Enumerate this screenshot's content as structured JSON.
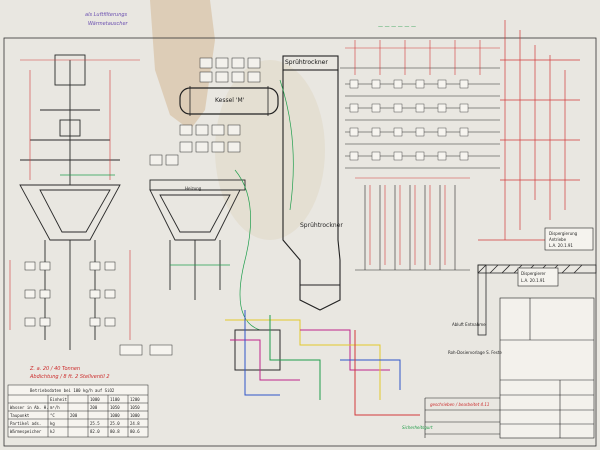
{
  "drawing": {
    "paper_color": "#e9e7e1",
    "ink_color": "#2a2a2a",
    "red_markup_color": "#d23a3a",
    "green_markup_color": "#1f9e4c",
    "magenta_markup_color": "#c0258a",
    "yellow_markup_color": "#e2c82a",
    "blue_markup_color": "#2f55c9",
    "stain_color": "#c99f6a"
  },
  "labels": {
    "spray_dryer": "Sprühtrockner",
    "spray_dryer_lower": "Sprühtrockner",
    "vessel_top": "Kessel 'M'",
    "heating_label": "Heizung",
    "handnote_topleft_1": "als Luftfilterungs",
    "handnote_topleft_2": "Wärmetauscher",
    "handnote_left_1": "Z. a. 20 / 40 Tonnen",
    "handnote_left_2": "Abdichtung / 8 ft. 2 Stellventil 2",
    "right_box_1_line1": "Dispergierung",
    "right_box_1_line2": "Antriebe",
    "right_box_1_line3": "L.A. 20.1.91",
    "right_box_2_line1": "Dispergierer",
    "right_box_2_line2": "L.A. 20.1.91",
    "green_top": "— — — — — —",
    "bottom_note_1": "Roh-Dosiervorlage S. Feste",
    "bottom_note_2": "Abluft Entnahme",
    "bottom_red_note": "geschrieben / bearbeitet 4.11",
    "bottom_green_note": "Sicherheitsgurt"
  },
  "legend_table": {
    "title": "Betriebsdaten bei 100 kg/h auf SiO2",
    "columns": [
      "",
      "Einheit",
      "",
      "1000",
      "1100",
      "1200"
    ],
    "rows": [
      [
        "Wasser in Ab. H.",
        "m³/h",
        "",
        "200",
        "1050",
        "1050"
      ],
      [
        "Taupunkt",
        "°C",
        "200",
        "",
        "1000",
        "1000"
      ],
      [
        "Partikel ads.",
        "kg",
        "",
        "25.5",
        "25.0",
        "24.8"
      ],
      [
        "Wärmespeicher",
        "kJ",
        "",
        "82.0",
        "80.8",
        "80.6"
      ]
    ]
  },
  "title_block": {
    "rows": 6
  }
}
